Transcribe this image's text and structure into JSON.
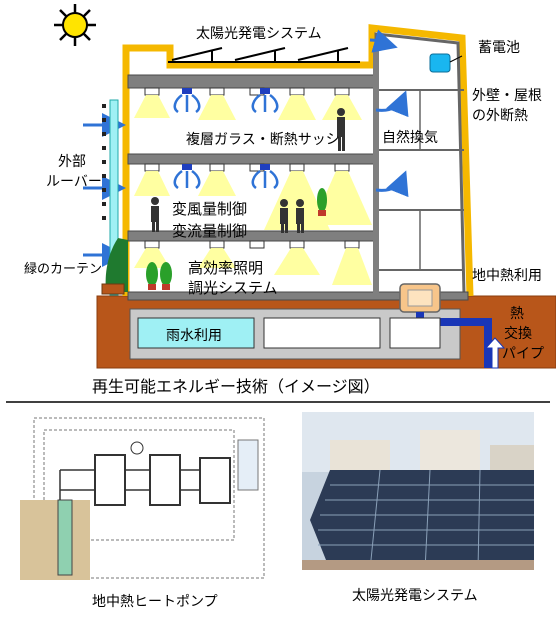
{
  "diagram": {
    "title": "再生可能エネルギー技術（イメージ図）",
    "labels": {
      "solar_system": "太陽光発電システム",
      "battery": "蓄電池",
      "exterior_insulation": "外壁・屋根\nの外断熱",
      "louver": "外部\nルーバー",
      "glass_sash": "複層ガラス・断熱サッシ",
      "natural_ventilation": "自然換気",
      "variable_control": "変風量制御\n変流量制御",
      "green_curtain": "緑のカーテン",
      "efficient_lighting": "高効率照明\n調光システム",
      "geothermal": "地中熱利用",
      "heat_exchange_pipe": "熱\n交換\nパイプ",
      "rainwater": "雨水利用"
    }
  },
  "figures": [
    {
      "caption": "地中熱ヒートポンプ",
      "icon": "heat-pump-schematic"
    },
    {
      "caption": "太陽光発電システム",
      "icon": "solar-panel-photo"
    }
  ],
  "colors": {
    "wall_yellow": "#f5b800",
    "ground_brown": "#b8561a",
    "slab_gray": "#7f7f7f",
    "air_blue": "#2f73d6",
    "light_yellow": "#ffff9c",
    "rain_cyan": "#9ff0f4",
    "pipe_blue": "#1936b7"
  }
}
